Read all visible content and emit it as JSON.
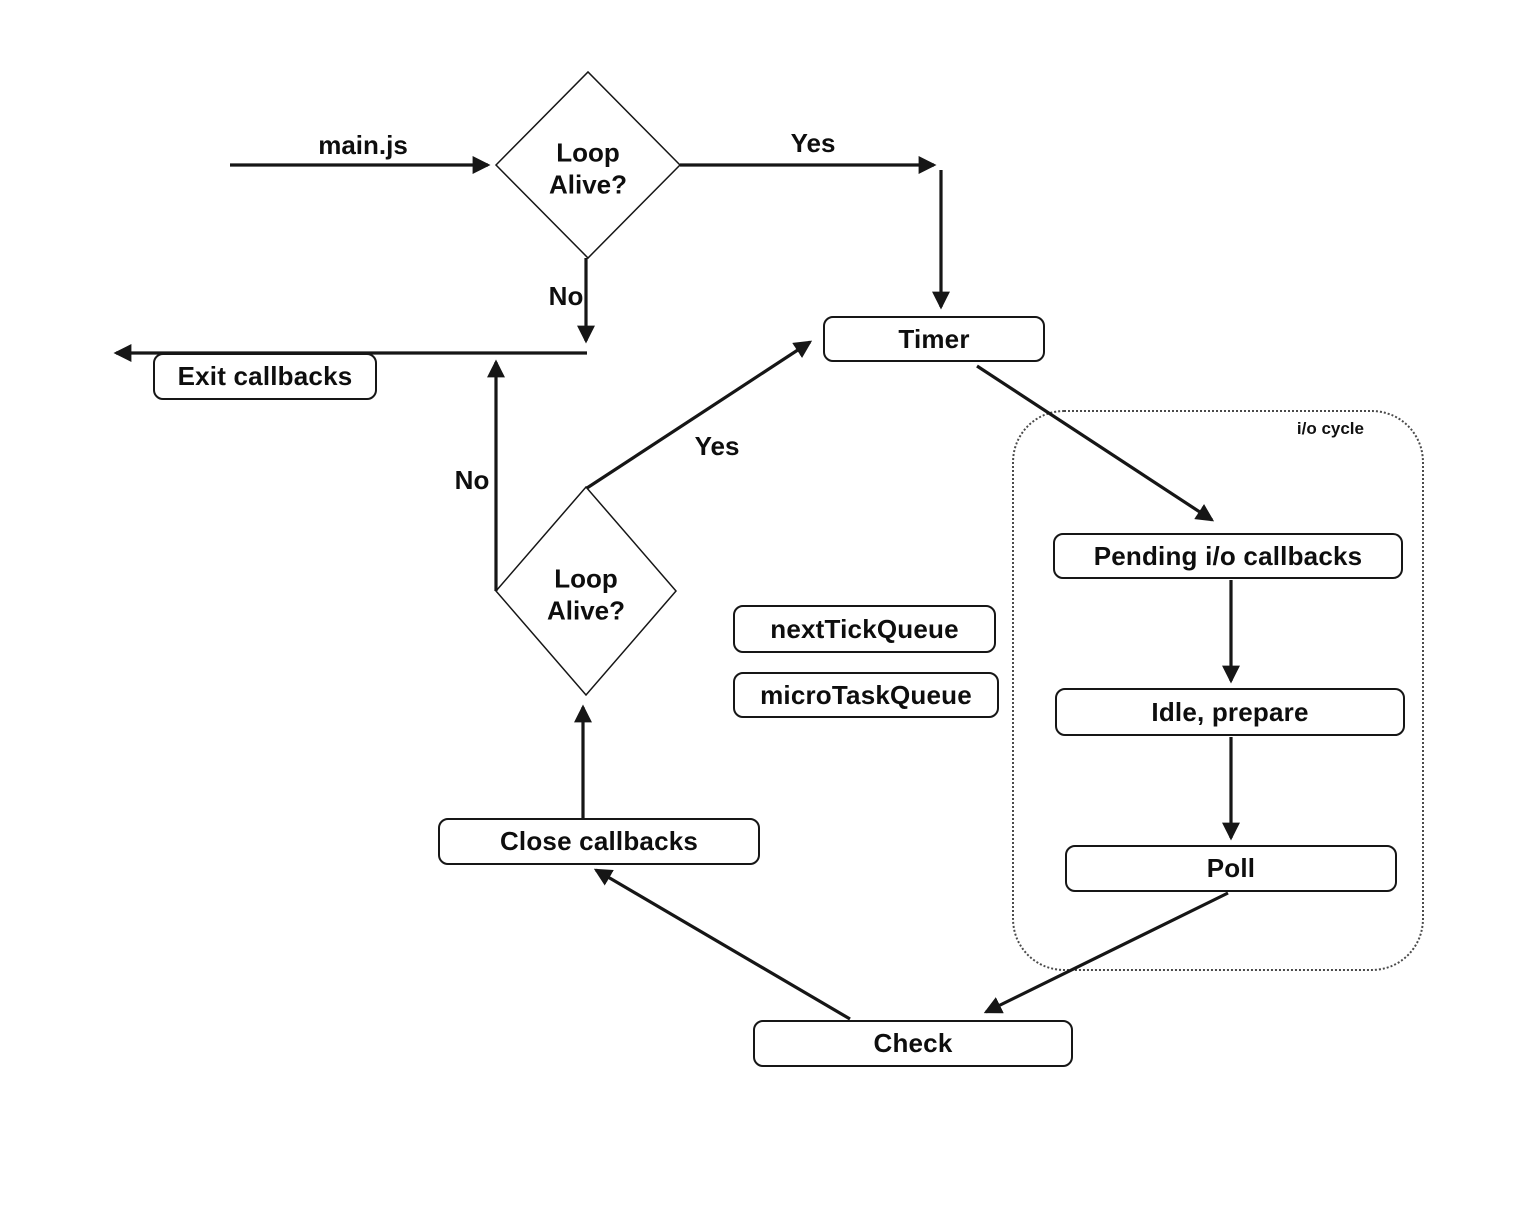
{
  "diagram": {
    "kind": "flowchart",
    "subject": "event loop cycle",
    "colors": {
      "background": "#ffffff",
      "line": "#161616",
      "text": "#0e0e0e",
      "node_fill": "#ffffff",
      "group_border": "#4a4a4a"
    }
  },
  "nodes": {
    "loop_alive_top": "Loop\nAlive?",
    "loop_alive_bottom": "Loop\nAlive?",
    "timer": "Timer",
    "exit_callbacks": "Exit callbacks",
    "pending_io_callbacks": "Pending i/o callbacks",
    "idle_prepare": "Idle, prepare",
    "poll": "Poll",
    "check": "Check",
    "close_callbacks": "Close callbacks",
    "next_tick_queue": "nextTickQueue",
    "micro_task_queue": "microTaskQueue"
  },
  "groups": {
    "io_cycle": "i/o cycle"
  },
  "edge_labels": {
    "main_js": "main.js",
    "yes_top": "Yes",
    "no_top": "No",
    "yes_bottom": "Yes",
    "no_bottom": "No"
  }
}
